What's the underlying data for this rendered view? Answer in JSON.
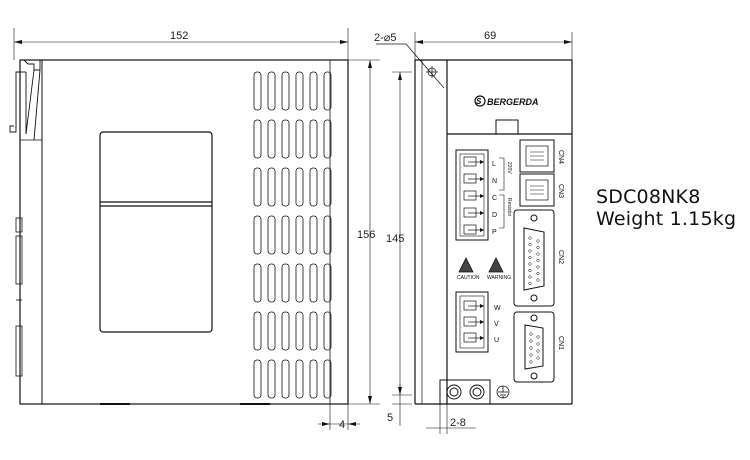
{
  "dimensions": {
    "side_width": "152",
    "side_height": "156",
    "side_bottom": "4",
    "front_width": "69",
    "front_height": "145",
    "front_bottom": "5",
    "hole_top": "2-⌀5",
    "hole_bottom": "2-8"
  },
  "front_panel": {
    "brand": "BERGERDA",
    "power_terminals": [
      "L",
      "N",
      "C",
      "D",
      "P"
    ],
    "motor_terminals": [
      "W",
      "V",
      "U"
    ],
    "connectors": [
      "CN4",
      "CN3",
      "CN2",
      "CN1"
    ],
    "resistor_label_1": "220V",
    "resistor_label_2": "Resistor",
    "caution_label": "CAUTION",
    "warning_label": "WARNING"
  },
  "spec": {
    "model": "SDC08NK8",
    "weight": "Weight 1.15kg"
  }
}
